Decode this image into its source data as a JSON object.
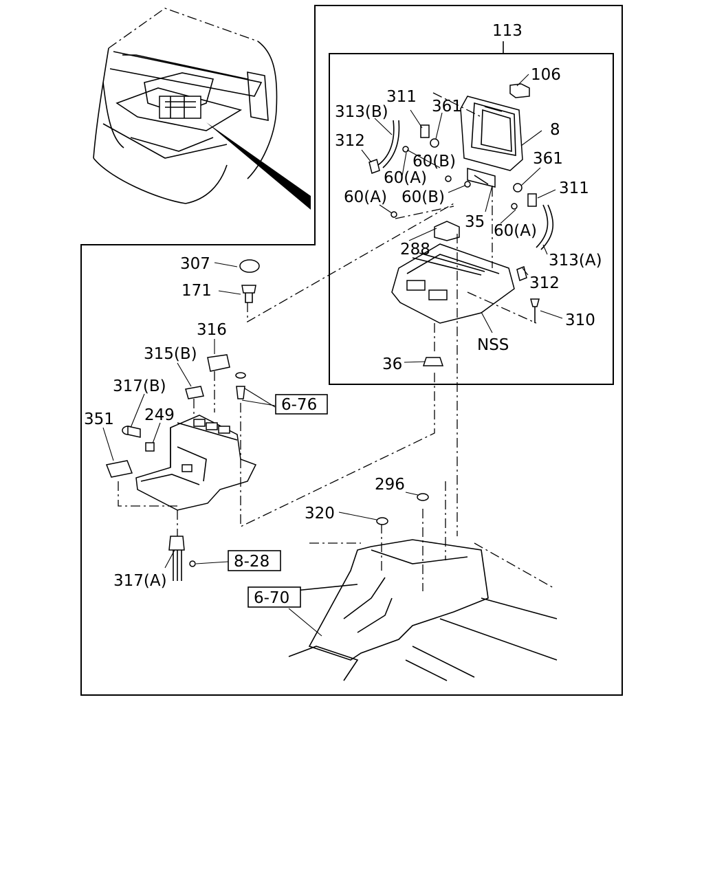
{
  "labels": {
    "p113": "113",
    "p106": "106",
    "p311a": "311",
    "p361a": "361",
    "p313b": "313(B)",
    "p8": "8",
    "p312a": "312",
    "p60b1": "60(B)",
    "p361b": "361",
    "p60a1": "60(A)",
    "p311b": "311",
    "p60a2": "60(A)",
    "p60b2": "60(B)",
    "p35": "35",
    "p60a3": "60(A)",
    "p288": "288",
    "p313a": "313(A)",
    "p307": "307",
    "p312b": "312",
    "p171": "171",
    "p310": "310",
    "pNSS": "NSS",
    "p316": "316",
    "p36": "36",
    "p315b": "315(B)",
    "p317b": "317(B)",
    "p249": "249",
    "p351": "351",
    "p296": "296",
    "p320": "320",
    "p317a": "317(A)"
  },
  "refs": {
    "r676": "6-76",
    "r828": "8-28",
    "r670": "6-70"
  }
}
